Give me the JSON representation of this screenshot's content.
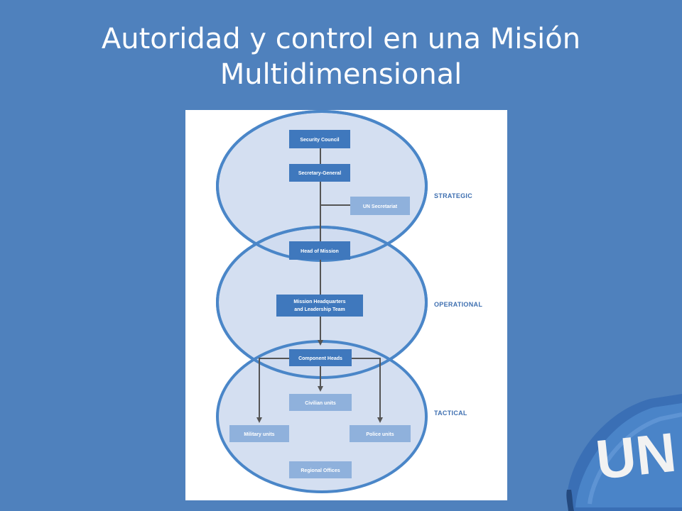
{
  "title": {
    "line1": "Autoridad y control en una Misión",
    "line2": "Multidimensional"
  },
  "colors": {
    "background": "#4f81bd",
    "title_text": "#ffffff",
    "ellipse_fill": "#cfdcef",
    "ellipse_stroke": "#4a86c8",
    "box_dark": "#3f78bd",
    "box_light": "#8fb1dc",
    "level_text": "#3e6fb0"
  },
  "diagram": {
    "levels": {
      "strategic": "STRATEGIC",
      "operational": "OPERATIONAL",
      "tactical": "TACTICAL"
    },
    "boxes": {
      "security_council": "Security Council",
      "secretary_general": "Secretary-General",
      "un_secretariat": "UN Secretariat",
      "head_of_mission": "Head of Mission",
      "mission_hq_line1": "Mission Headquarters",
      "mission_hq_line2": "and Leadership Team",
      "component_heads": "Component Heads",
      "civilian_units": "Civilian units",
      "military_units": "Military units",
      "police_units": "Police units",
      "regional_offices": "Regional Offices"
    }
  },
  "logo": {
    "text": "UN",
    "icon": "un-helmet-icon"
  }
}
